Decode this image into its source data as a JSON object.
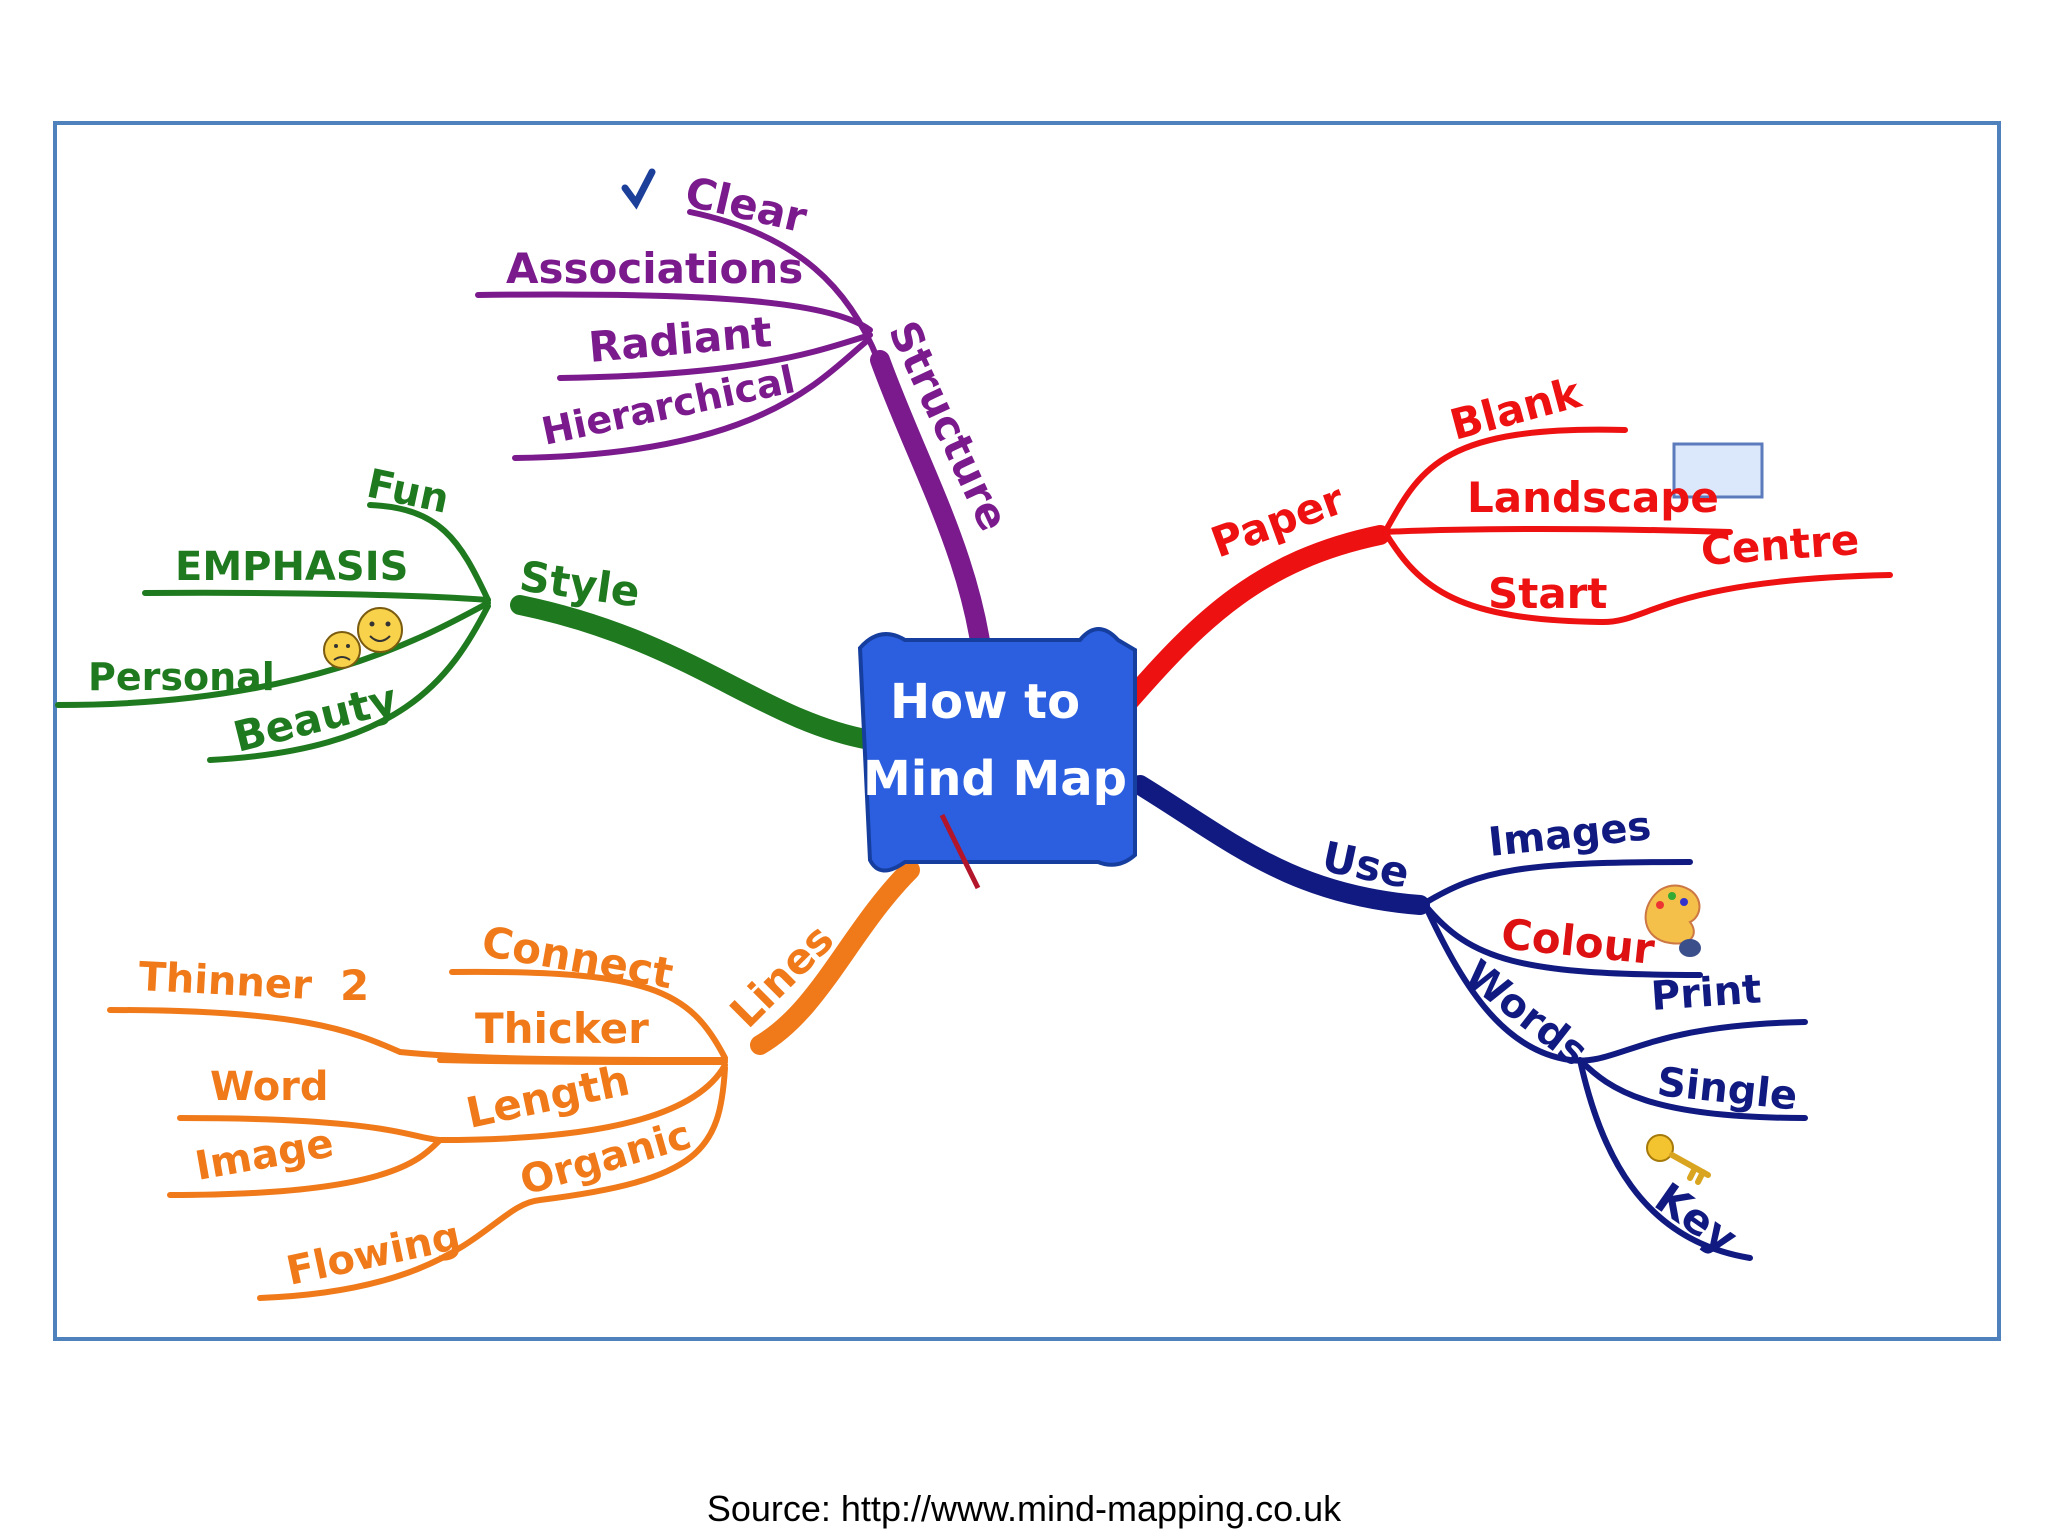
{
  "center": {
    "line1": "How to",
    "line2": "Mind Map"
  },
  "colors": {
    "structure": "#7a1a8c",
    "paper": "#ee1111",
    "style": "#1f7a1f",
    "use": "#101a80",
    "lines": "#f07a1a",
    "frame": "#4f81bd",
    "center_blue": "#2b5fe0"
  },
  "branches": {
    "structure": {
      "label": "Structure",
      "children": [
        "Clear",
        "Associations",
        "Radiant",
        "Hierarchical"
      ]
    },
    "paper": {
      "label": "Paper",
      "children": [
        "Blank",
        "Landscape",
        "Start",
        "Centre"
      ]
    },
    "style": {
      "label": "Style",
      "children": [
        "Fun",
        "EMPHASIS",
        "Personal",
        "Beauty"
      ]
    },
    "use": {
      "label": "Use",
      "children": [
        "Images",
        "Colour",
        "Words",
        "Print",
        "Single",
        "Key"
      ]
    },
    "lines": {
      "label": "Lines",
      "children": [
        "Connect",
        "Thinner",
        "2",
        "Thicker",
        "Word",
        "Length",
        "Image",
        "Organic",
        "Flowing"
      ]
    }
  },
  "icons": [
    "check-icon",
    "landscape-rectangle-icon",
    "smiley-faces-icon",
    "palette-icon",
    "key-icon"
  ],
  "caption": "Source: http://www.mind-mapping.co.uk"
}
